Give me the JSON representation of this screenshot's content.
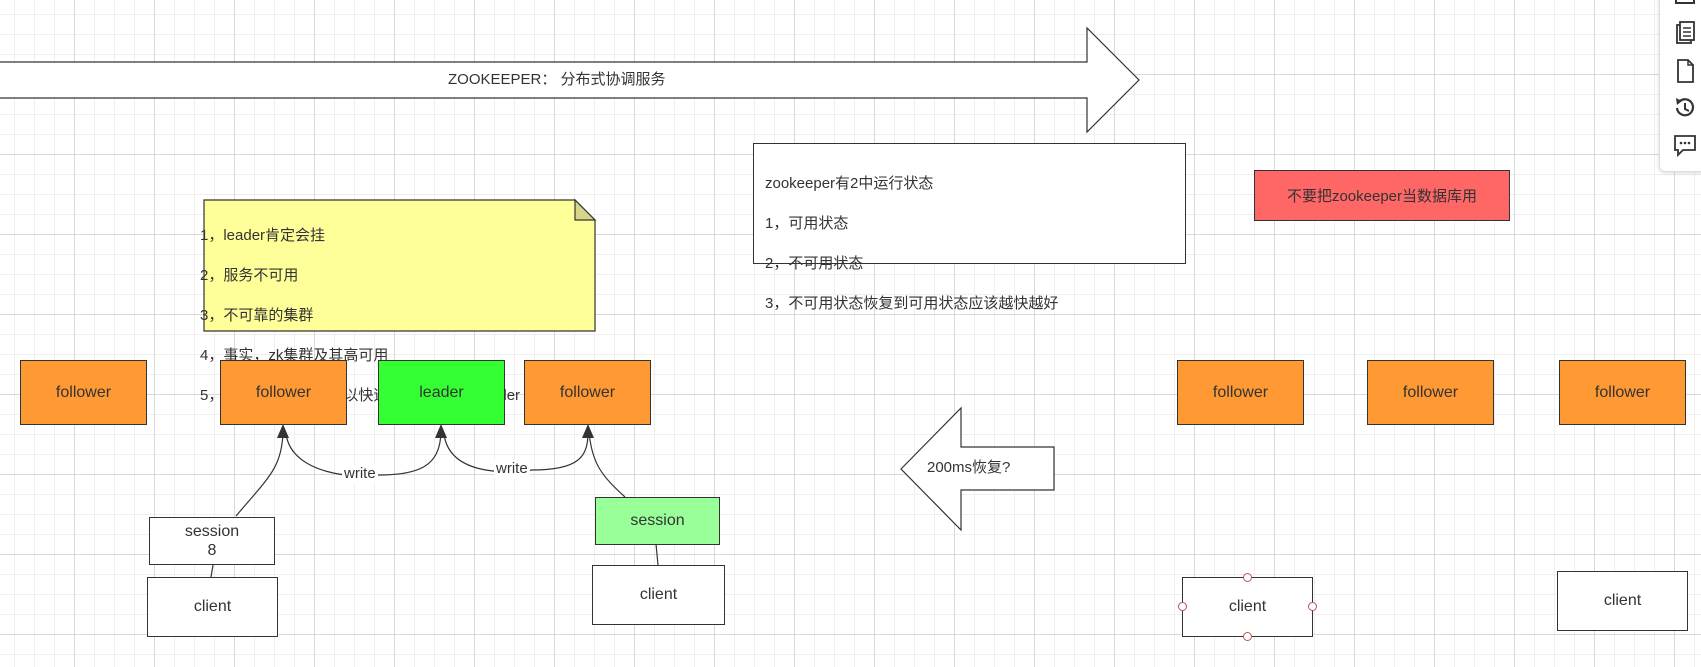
{
  "banner": {
    "text": "ZOOKEEPER： 分布式协调服务"
  },
  "info_box": {
    "title": "zookeeper有2中运行状态",
    "lines": [
      "1，可用状态",
      "2，不可用状态",
      "3，不可用状态恢复到可用状态应该越快越好"
    ]
  },
  "alert_box": {
    "text": "不要把zookeeper当数据库用"
  },
  "note": {
    "lines": [
      "1，leader肯定会挂",
      "2，服务不可用",
      "3，不可靠的集群",
      "4，事实，zk集群及其高可用",
      "5，如果有一种方式可以快速的恢复出一个leader"
    ]
  },
  "left_cluster": {
    "nodes": [
      "follower",
      "follower",
      "leader",
      "follower"
    ],
    "session_left": {
      "line1": "session",
      "line2": "8"
    },
    "session_right": "session",
    "client_left": "client",
    "client_right": "client",
    "edge_labels": [
      "write",
      "write"
    ]
  },
  "recovery_arrow": {
    "text": "200ms恢复?"
  },
  "right_cluster": {
    "nodes": [
      "follower",
      "follower",
      "follower"
    ],
    "client_selected": "client",
    "client_far": "client"
  },
  "colors": {
    "follower": "#ff9933",
    "leader": "#33ff33",
    "session_active": "#99ff99",
    "note": "#ffff99",
    "alert": "#ff6666"
  },
  "toolbar": {
    "icons": [
      "export-icon",
      "pages-icon",
      "page-icon",
      "history-icon",
      "comment-icon"
    ]
  }
}
